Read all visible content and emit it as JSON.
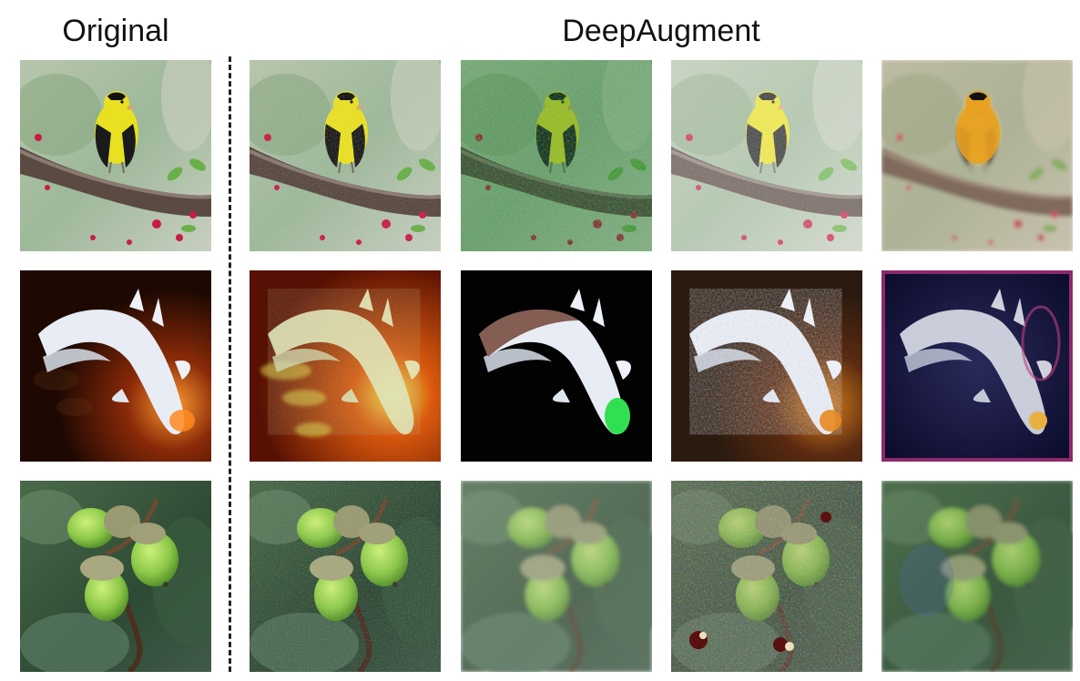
{
  "headings": {
    "original": "Original",
    "deepaugment": "DeepAugment"
  },
  "rows": [
    {
      "subject": "goldfinch",
      "original": "bird-original",
      "variants": [
        "bird-variant-1",
        "bird-variant-2",
        "bird-variant-3",
        "bird-variant-4"
      ]
    },
    {
      "subject": "koi-fish",
      "original": "fish-original",
      "variants": [
        "fish-variant-1",
        "fish-variant-2",
        "fish-variant-3",
        "fish-variant-4"
      ]
    },
    {
      "subject": "acorns",
      "original": "acorn-original",
      "variants": [
        "acorn-variant-1",
        "acorn-variant-2",
        "acorn-variant-3",
        "acorn-variant-4"
      ]
    }
  ],
  "colors": {
    "bird_yellow": "#e8e020",
    "bird_orange": "#e8a020",
    "fish_bg": "#2a0c04",
    "acorn_green": "#8cc848",
    "divider": "#222222"
  }
}
